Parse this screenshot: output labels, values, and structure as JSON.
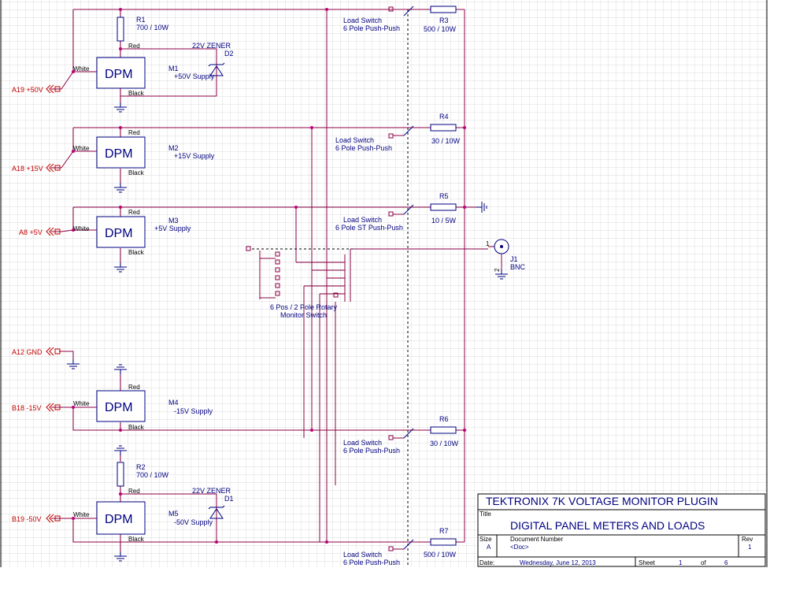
{
  "colors": {
    "wire": "#8b0045",
    "part": "#000080",
    "connector": "#c00000",
    "grid": "#cfcfcf",
    "junction": "#c0007a"
  },
  "meters": [
    {
      "ref": "M1",
      "supply": "+50V Supply",
      "dpm": "DPM",
      "red": "Red",
      "white": "White",
      "black": "Black"
    },
    {
      "ref": "M2",
      "supply": "+15V Supply",
      "dpm": "DPM",
      "red": "Red",
      "white": "White",
      "black": "Black"
    },
    {
      "ref": "M3",
      "supply": "+5V Supply",
      "dpm": "DPM",
      "red": "Red",
      "white": "White",
      "black": "Black"
    },
    {
      "ref": "M4",
      "supply": "-15V Supply",
      "dpm": "DPM",
      "red": "Red",
      "white": "White",
      "black": "Black"
    },
    {
      "ref": "M5",
      "supply": "-50V Supply",
      "dpm": "DPM",
      "red": "Red",
      "white": "White",
      "black": "Black"
    }
  ],
  "connectors": [
    {
      "label": "A19 +50V"
    },
    {
      "label": "A18 +15V"
    },
    {
      "label": "A8 +5V"
    },
    {
      "label": "A12 GND"
    },
    {
      "label": "B18 -15V"
    },
    {
      "label": "B19 -50V"
    }
  ],
  "resistors": [
    {
      "ref": "R1",
      "value": "700 / 10W"
    },
    {
      "ref": "R2",
      "value": "700 / 10W"
    },
    {
      "ref": "R3",
      "value": "500 / 10W"
    },
    {
      "ref": "R4",
      "value": "30 / 10W"
    },
    {
      "ref": "R5",
      "value": "10 / 5W"
    },
    {
      "ref": "R6",
      "value": "30 / 10W"
    },
    {
      "ref": "R7",
      "value": "500 / 10W"
    }
  ],
  "zeners": [
    {
      "ref": "D2",
      "value": "22V ZENER"
    },
    {
      "ref": "D1",
      "value": "22V ZENER"
    }
  ],
  "switches": [
    {
      "line1": "Load Switch",
      "line2": "6 Pole Push-Push"
    },
    {
      "line1": "Load Switch",
      "line2": "6 Pole Push-Push"
    },
    {
      "line1": "Load Switch",
      "line2": "6 Pole ST Push-Push"
    },
    {
      "line1": "Load Switch",
      "line2": "6 Pole Push-Push"
    },
    {
      "line1": "Load Switch",
      "line2": "6 Pole Push-Push"
    }
  ],
  "rotary": {
    "line1": "6 Pos / 2 Pole Rotary",
    "line2": "Monitor Switch"
  },
  "bnc": {
    "ref": "J1",
    "type": "BNC",
    "pin1": "1",
    "pin2": "2"
  },
  "title_block": {
    "company": "TEKTRONIX 7K VOLTAGE MONITOR PLUGIN",
    "title_label": "Title",
    "title": "DIGITAL PANEL METERS AND LOADS",
    "size_label": "Size",
    "size": "A",
    "docnum_label": "Document Number",
    "docnum": "<Doc>",
    "rev_label": "Rev",
    "rev": "1",
    "date_label": "Date:",
    "date": "Wednesday, June 12, 2013",
    "sheet_label": "Sheet",
    "sheet": "1",
    "of_label": "of",
    "sheets": "6"
  }
}
